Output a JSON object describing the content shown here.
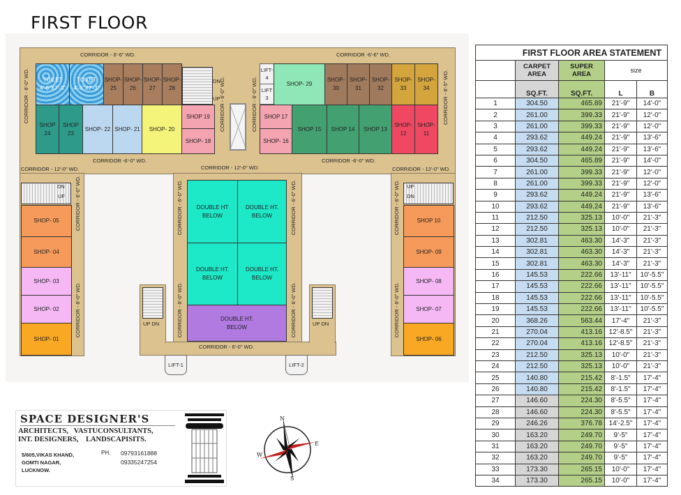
{
  "title": "FIRST FLOOR",
  "plan": {
    "corridors": [
      "CORRIDOR - 6'-6\" WD.",
      "CORRIDOR -6'-6\" WD.",
      "CORRIDOR - 6'-0\" WD.",
      "CORRIDOR - 6'-0\" WD.",
      "CORRIDOR - 6'-0\" WD.",
      "CORRIDOR - 6'-5\" WD.",
      "CORRIDOR -6'-0\" WD.",
      "CORRIDOR -6'-0\" WD.",
      "CORRIDOR - 12'-0\" WD.",
      "CORRIDOR - 12'-0\" WD.",
      "CORRIDOR - 12'-0\" WD.",
      "CORRIDOR - 6'-0\" WD.",
      "CORRIDOR - 6'-0\" WD.",
      "CORRIDOR - 6'-0\" WD.",
      "CORRIDOR - 6'-0\" WD.",
      "CORRIDOR - 6'-0\" WD.",
      "CORRIDOR - 6'-0\" WD.",
      "CORRIDOR - 6'-0\" WD.",
      "CORRIDOR - 6'-0\" WD.",
      "CORRIDOR - 6'-0\" WD."
    ],
    "toilets": [
      "TOILET\n4'-6\"X7'-3\"",
      "TOILET\n4'-6\"X7'-3\""
    ],
    "shops": {
      "s01": "SHOP- 01",
      "s02": "SHOP- 02",
      "s03": "SHOP- 03",
      "s04": "SHOP- 04",
      "s05": "SHOP- 05",
      "s06": "SHOP- 06",
      "s07": "SHOP- 07",
      "s08": "SHOP- 08",
      "s09": "SHOP- 09",
      "s10": "SHOP 10",
      "s11": "SHOP-\n11",
      "s12": "SHOP-\n12",
      "s13": "SHOP 13",
      "s14": "SHOP 14",
      "s15": "SHOP 15",
      "s16": "SHOP- 16",
      "s17": "SHOP 17",
      "s18": "SHOP- 18",
      "s19": "SHOP 19",
      "s20": "SHOP- 20",
      "s21": "SHOP- 21",
      "s22": "SHOP- 22",
      "s23": "SHOP\n23",
      "s24": "SHOP\n24",
      "s25": "SHOP-\n25",
      "s26": "SHOP-\n26",
      "s27": "SHOP-\n27",
      "s28": "SHOP-\n28",
      "s29": "SHOP- 29",
      "s30": "SHOP-\n30",
      "s31": "SHOP-\n31",
      "s32": "SHOP-\n32",
      "s33": "SHOP-\n33",
      "s34": "SHOP-\n34"
    },
    "double_ht": [
      "DOUBLE HT\nBELOW",
      "DOUBLE HT.\nBELOW",
      "DOUBLE HT.\nBELOW",
      "DOUBLE HT.\nBELOW",
      "DOUBLE HT.\nBELOW"
    ],
    "lifts": [
      "LIFT-\n4",
      "LIFT\n3",
      "LIFT-1",
      "LIFT-2"
    ],
    "stairs": {
      "dn": "DN",
      "up": "UP",
      "uf": "UF",
      "updn": "UP DN"
    }
  },
  "table": {
    "title": "FIRST FLOOR AREA STATEMENT",
    "headers": {
      "carpet": "CARPET AREA",
      "super": "SUPER AREA",
      "size": "size",
      "unit": "SQ.FT.",
      "l": "L",
      "b": "B"
    },
    "rows": [
      [
        "1",
        "304.50",
        "465.89",
        "21'-9\"",
        "14'-0\""
      ],
      [
        "2",
        "261.00",
        "399.33",
        "21'-9\"",
        "12'-0\""
      ],
      [
        "3",
        "261.00",
        "399.33",
        "21'-9\"",
        "12'-0\""
      ],
      [
        "4",
        "293.62",
        "449.24",
        "21'-9\"",
        "13'-6\""
      ],
      [
        "5",
        "293.62",
        "449.24",
        "21'-9\"",
        "13'-6\""
      ],
      [
        "6",
        "304.50",
        "465.89",
        "21'-9\"",
        "14'-0\""
      ],
      [
        "7",
        "261.00",
        "399.33",
        "21'-9\"",
        "12'-0\""
      ],
      [
        "8",
        "261.00",
        "399.33",
        "21'-9\"",
        "12'-0\""
      ],
      [
        "9",
        "293.62",
        "449.24",
        "21'-9\"",
        "13'-6\""
      ],
      [
        "10",
        "293.62",
        "449.24",
        "21'-9\"",
        "13'-6\""
      ],
      [
        "11",
        "212.50",
        "325.13",
        "10'-0\"",
        "21'-3\""
      ],
      [
        "12",
        "212.50",
        "325.13",
        "10'-0\"",
        "21'-3\""
      ],
      [
        "13",
        "302.81",
        "463.30",
        "14'-3\"",
        "21'-3\""
      ],
      [
        "14",
        "302.81",
        "463.30",
        "14'-3\"",
        "21'-3\""
      ],
      [
        "15",
        "302.81",
        "463.30",
        "14'-3\"",
        "21'-3\""
      ],
      [
        "16",
        "145.53",
        "222.66",
        "13'-11\"",
        "10'-5.5\""
      ],
      [
        "17",
        "145.53",
        "222.66",
        "13'-11\"",
        "10'-5.5\""
      ],
      [
        "18",
        "145.53",
        "222.66",
        "13'-11\"",
        "10'-5.5\""
      ],
      [
        "19",
        "145.53",
        "222.66",
        "13'-11\"",
        "10'-5.5\""
      ],
      [
        "20",
        "368.26",
        "563.44",
        "17'-4\"",
        "21'-3\""
      ],
      [
        "21",
        "270.04",
        "413.16",
        "12'-8.5\"",
        "21'-3\""
      ],
      [
        "22",
        "270.04",
        "413.16",
        "12'-8.5\"",
        "21'-3\""
      ],
      [
        "23",
        "212.50",
        "325.13",
        "10'-0\"",
        "21'-3\""
      ],
      [
        "24",
        "212.50",
        "325.13",
        "10'-0\"",
        "21'-3\""
      ],
      [
        "25",
        "140.80",
        "215.42",
        "8'-1.5\"",
        "17'-4\""
      ],
      [
        "26",
        "140.80",
        "215.42",
        "8'-1.5\"",
        "17'-4\""
      ],
      [
        "27",
        "146.60",
        "224.30",
        "8'-5.5\"",
        "17'-4\""
      ],
      [
        "28",
        "146.60",
        "224.30",
        "8'-5.5\"",
        "17'-4\""
      ],
      [
        "29",
        "246.26",
        "376.78",
        "14'-2.5\"",
        "17'-4\""
      ],
      [
        "30",
        "163.20",
        "249.70",
        "9'-5\"",
        "17'-4\""
      ],
      [
        "31",
        "163.20",
        "249.70",
        "9'-5\"",
        "17'-4\""
      ],
      [
        "32",
        "163.20",
        "249.70",
        "9'-5\"",
        "17'-4\""
      ],
      [
        "33",
        "173.30",
        "265.15",
        "10'-0\"",
        "17'-4\""
      ],
      [
        "34",
        "173.30",
        "265.15",
        "10'-0\"",
        "17'-4\""
      ]
    ]
  },
  "firm": {
    "name": "SPACE DESIGNER'S",
    "line1": "ARCHITECTS,   VASTUCONSULTANTS,",
    "line2": "INT. DESIGNERS,    LANDSCAPISITS.",
    "address": [
      "5/605,VIKAS KHAND,",
      "GOMTI NAGAR,",
      "LUCKNOW."
    ],
    "ph_label": "PH.",
    "phones": [
      "09793161888",
      "09335247254"
    ]
  },
  "compass": {
    "n": "N",
    "e": "E",
    "s": "S",
    "w": "W"
  },
  "colors": {
    "tan": "#dcc28f",
    "teal_shop": "#2e9a8a",
    "light_blue": "#bcd8f0",
    "yellow": "#f5f47a",
    "pink": "#f4a3b0",
    "mint": "#8fe6b6",
    "brown": "#a07a5c",
    "gold": "#d4a53c",
    "green": "#43a071",
    "red": "#f04862",
    "orange": "#f59a5a",
    "lilac": "#f5b8f5",
    "amber": "#f8a822",
    "double_ht": "#1de8c8",
    "purple": "#b07ae0"
  }
}
